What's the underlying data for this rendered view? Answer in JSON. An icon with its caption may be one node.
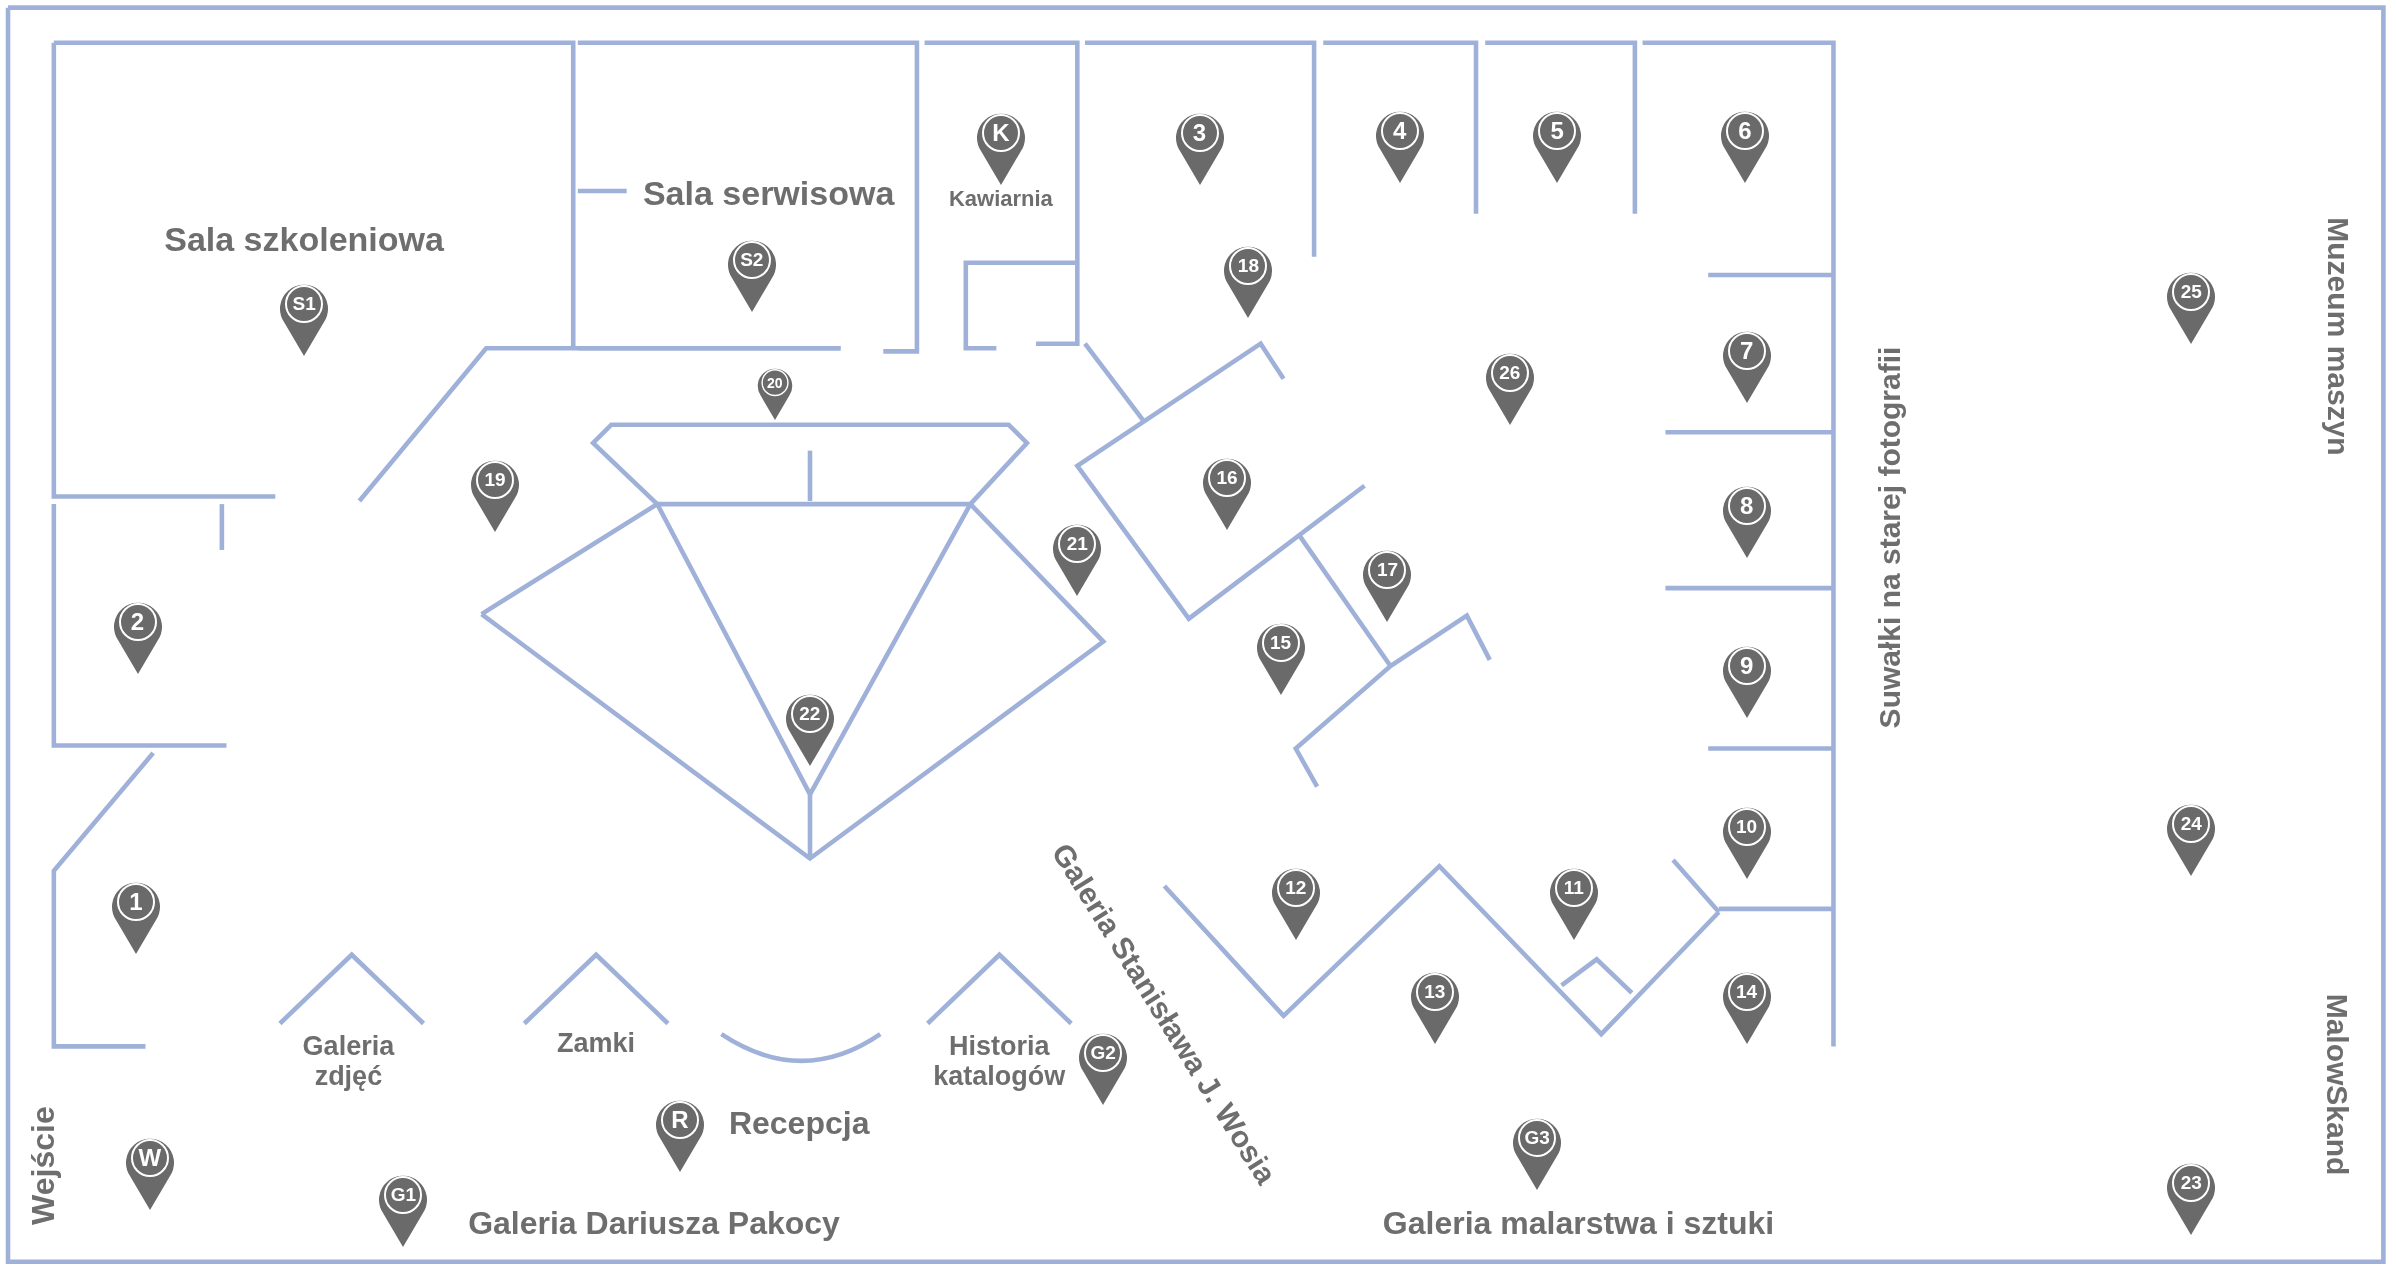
{
  "diagram": {
    "nodes": [
      {
        "text": [
          "K"
        ]
      },
      {
        "text": [
          "3"
        ]
      },
      {
        "text": [
          "4"
        ]
      },
      {
        "text": [
          "5"
        ]
      },
      {
        "text": [
          "6"
        ]
      },
      {
        "text": [
          "S2"
        ]
      },
      {
        "text": [
          "18"
        ]
      },
      {
        "text": [
          "25"
        ]
      },
      {
        "text": [
          "S1"
        ]
      },
      {
        "text": [
          "7"
        ]
      },
      {
        "text": [
          "26"
        ]
      },
      {
        "text": [
          "20"
        ]
      },
      {
        "text": [
          "19"
        ]
      },
      {
        "text": [
          "16"
        ]
      },
      {
        "text": [
          "8"
        ]
      },
      {
        "text": [
          "21"
        ]
      },
      {
        "text": [
          "17"
        ]
      },
      {
        "text": [
          "2"
        ]
      },
      {
        "text": [
          "15"
        ]
      },
      {
        "text": [
          "9"
        ]
      },
      {
        "text": [
          "22"
        ]
      },
      {
        "text": [
          "10"
        ]
      },
      {
        "text": [
          "24"
        ]
      },
      {
        "text": [
          "12"
        ]
      },
      {
        "text": [
          "11"
        ]
      },
      {
        "text": [
          "1"
        ]
      },
      {
        "text": [
          "13"
        ]
      },
      {
        "text": [
          "14"
        ]
      },
      {
        "text": [
          "G2"
        ]
      },
      {
        "text": [
          "R"
        ]
      },
      {
        "text": [
          "G3"
        ]
      },
      {
        "text": [
          "W"
        ]
      },
      {
        "text": [
          "23"
        ]
      },
      {
        "text": [
          "G1"
        ]
      }
    ],
    "labels": [
      "Sala serwisowa",
      "Kawiarnia",
      "Sala szkoleniowa",
      "Muzeum maszyn",
      "Suwałki na starej fotografii",
      "MalowSkand",
      "Galeria Stanisława J. Wosia",
      "Galeria zdjęć",
      "Zamki",
      "Historia katalogów",
      "Recepcja",
      "Wejście",
      "Galeria Dariusza Pakocy",
      "Galeria malarstwa i sztuki"
    ]
  }
}
